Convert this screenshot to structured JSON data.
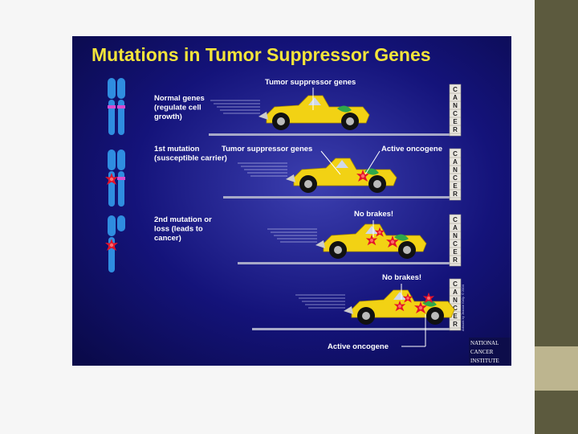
{
  "slide": {
    "background_color": "#f6f6f6",
    "side_bar_color": "#5c5a3e",
    "side_accent_color": "#bdb58f"
  },
  "figure": {
    "title": "Mutations in Tumor Suppressor Genes",
    "title_color": "#f3e43a",
    "background_colors": [
      "#3c3fb0",
      "#14137a",
      "#0a0a4a"
    ],
    "car_color": "#f2d214",
    "chromosome_color": "#2f8de0",
    "rows": [
      {
        "stage": "Normal genes\n(regulate cell\ngrowth)",
        "callouts": [
          "Tumor suppressor genes"
        ]
      },
      {
        "stage": "1st mutation\n(susceptible carrier)",
        "callouts": [
          "Tumor suppressor genes",
          "Active oncogene"
        ]
      },
      {
        "stage": "2nd mutation or\nloss (leads to\ncancer)",
        "callouts": [
          "No brakes!"
        ]
      },
      {
        "stage": "",
        "callouts": [
          "No brakes!",
          "Active oncogene"
        ]
      }
    ],
    "wall_label": "CANCER",
    "credit": "Artwork by Jeanne Kelly. © 2004",
    "institute_logo": "NATIONAL CANCER INSTITUTE"
  }
}
